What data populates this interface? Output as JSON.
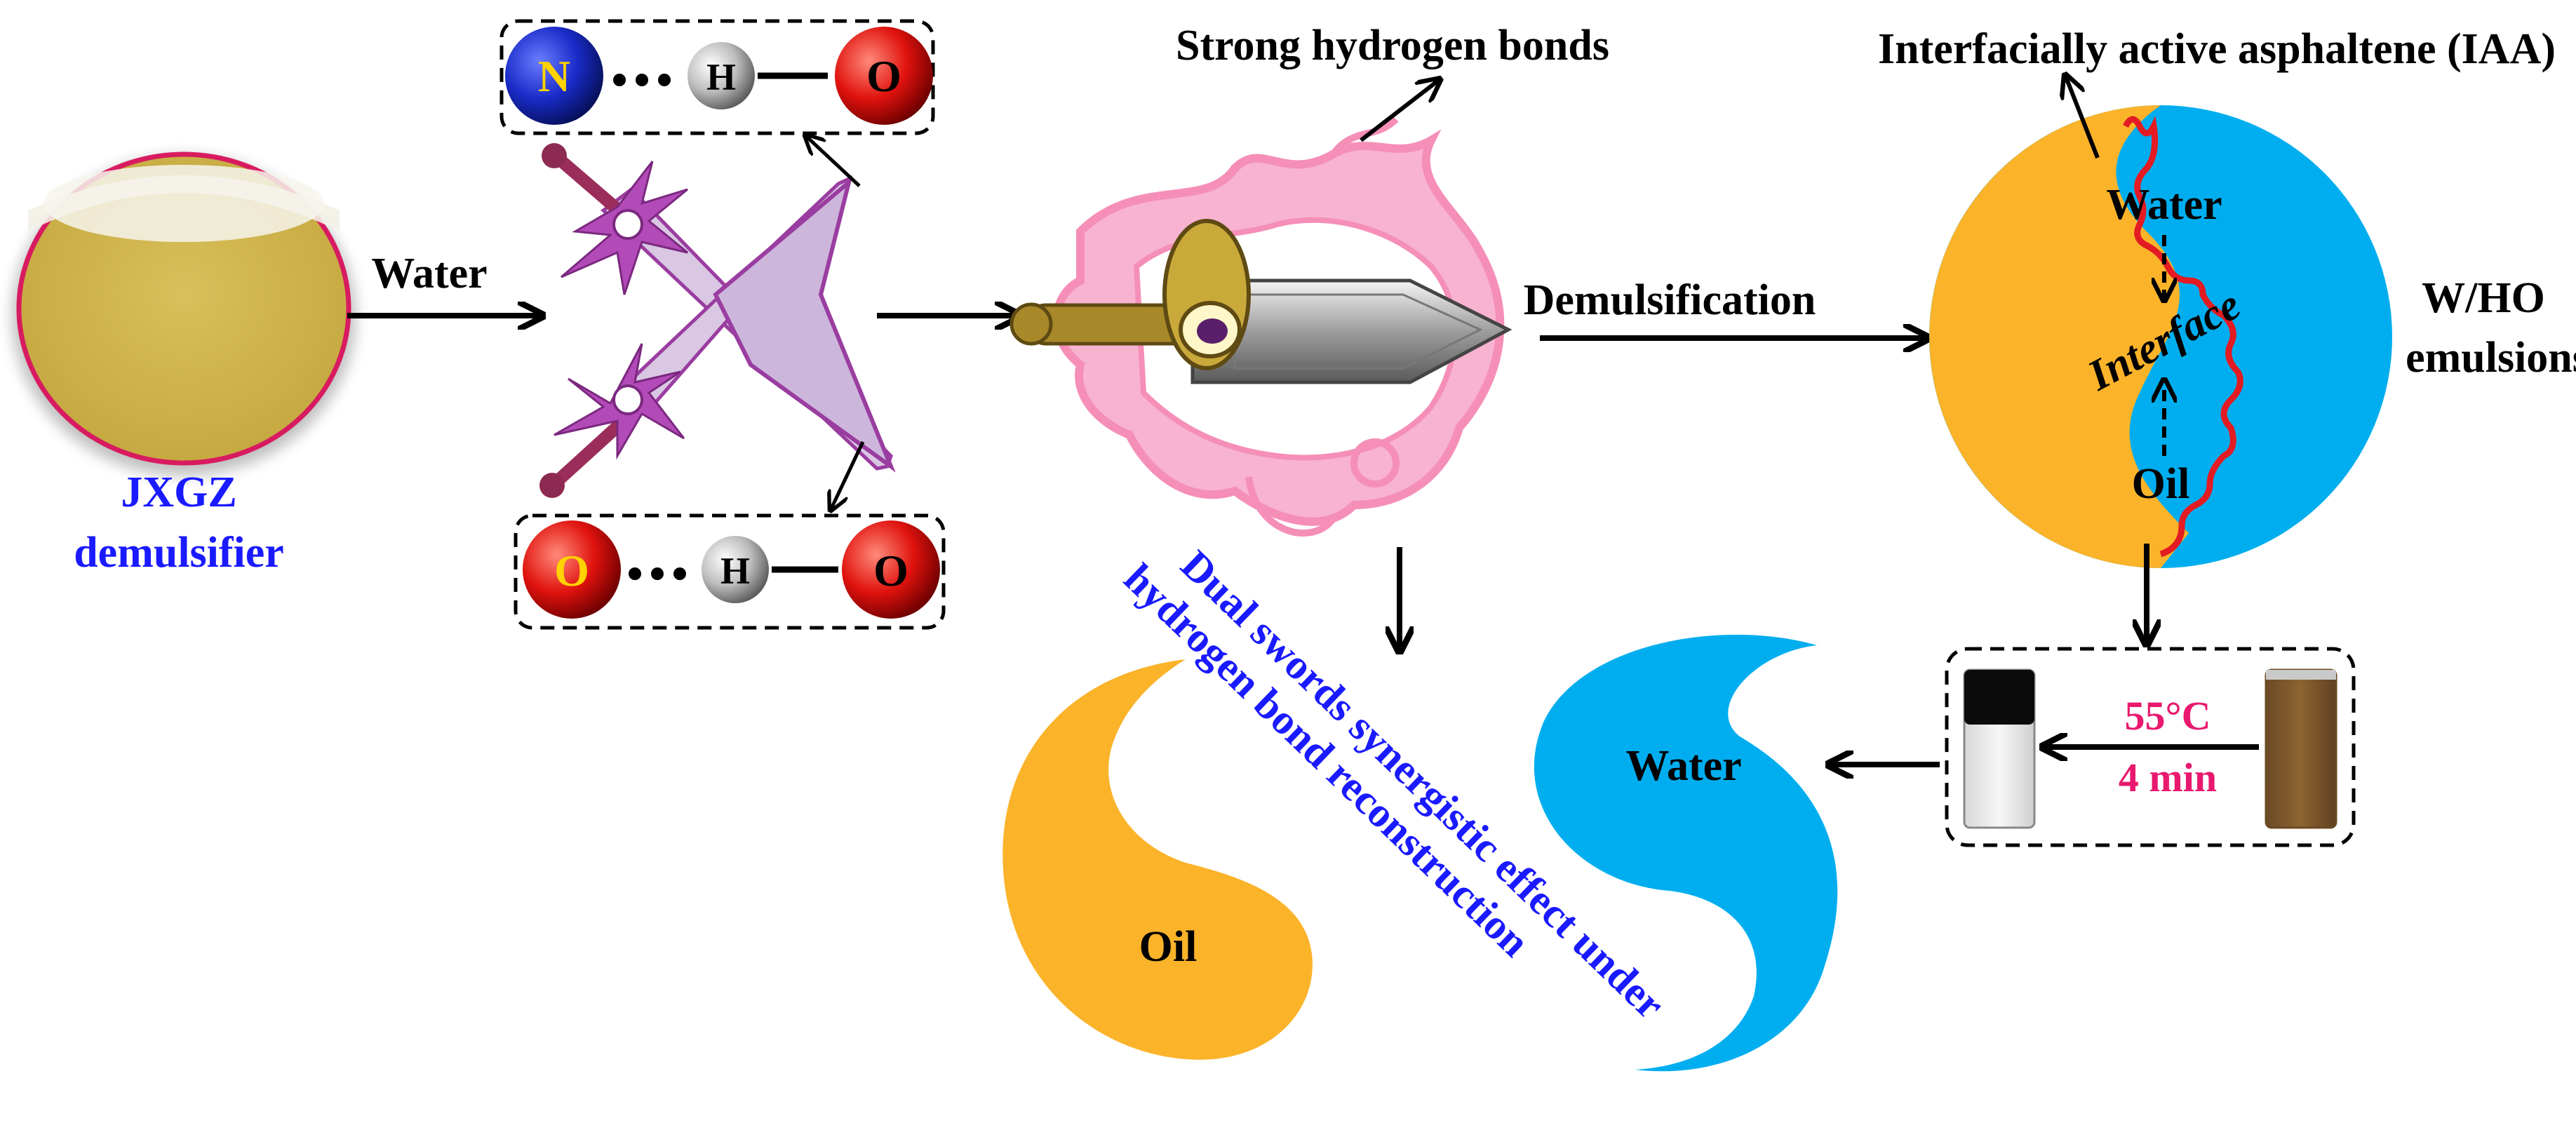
{
  "labels": {
    "jxgz": "JXGZ",
    "demulsifier": "demulsifier",
    "water_arrow": "Water",
    "strong_hbonds": "Strong hydrogen bonds",
    "iaa": "Interfacially active asphaltene (IAA)",
    "demulsification": "Demulsification",
    "who": "W/HO",
    "emulsions": "emulsions",
    "circle_water": "Water",
    "circle_interface": "Interface",
    "circle_oil": "Oil",
    "temperature": "55°C",
    "time": "4 min",
    "drop_water": "Water",
    "drop_oil": "Oil",
    "dual_line1": "Dual swords synergistic effect under",
    "dual_line2": "hydrogen bond reconstruction"
  },
  "bonds": {
    "top": [
      "N",
      "H",
      "O"
    ],
    "bottom": [
      "O",
      "H",
      "O"
    ]
  },
  "colors": {
    "text_blue": "#1a1aff",
    "accent_pink": "#e8196e",
    "oil_orange": "#fbb32a",
    "water_blue": "#00aeef",
    "interface_red": "#e31b23",
    "sword_purple": "#b24bb7",
    "flame_pink": "#f58fb8"
  }
}
